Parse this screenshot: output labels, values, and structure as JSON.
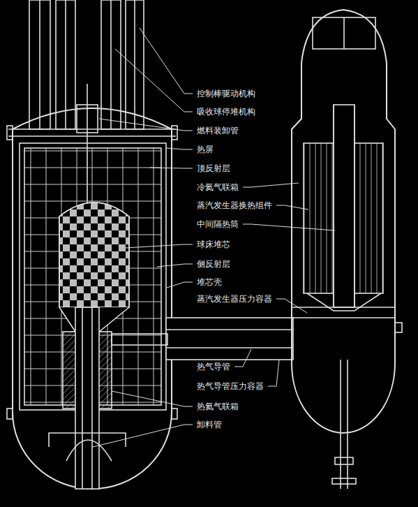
{
  "diagram": {
    "labels": [
      "控制棒驱动机构",
      "吸收球停堆机构",
      "燃料装卸管",
      "热屏",
      "顶反射层",
      "冷氦气联箱",
      "蒸汽发生器换热组件",
      "中间隔热筒",
      "球床堆芯",
      "侧反射层",
      "堆芯壳",
      "蒸汽发生器压力容器",
      "热气导管",
      "热气导管压力容器",
      "热氦气联箱",
      "卸料管"
    ]
  }
}
